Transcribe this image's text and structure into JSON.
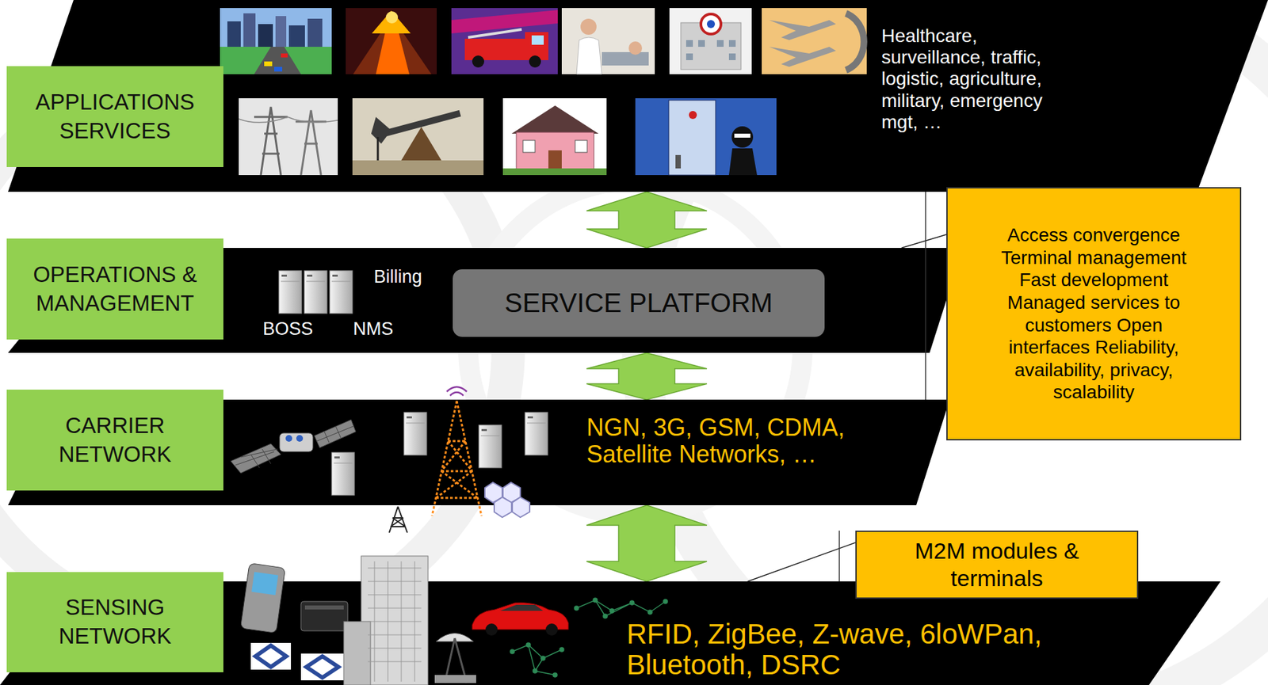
{
  "diagram": {
    "nodes": [
      {
        "text": [
          "Healthcare, surveillance, traffic, logistic, agriculture, military, emergency mgt, …"
        ]
      },
      {
        "text": [
          "APPLICATIONS SERVICES"
        ],
        "in": 0
      },
      {
        "text": [
          "Billing",
          "BOSS",
          "NMS"
        ]
      },
      {
        "text": [
          "OPERATIONS & MANAGEMENT"
        ],
        "in": 2
      },
      {
        "text": [
          "SERVICE PLATFORM"
        ],
        "in": 2
      },
      {
        "text": [
          "Access convergence Terminal management Fast development Managed services to customers Open interfaces Reliability, availability, privacy, scalability"
        ]
      },
      {
        "text": [
          "NGN, 3G, GSM, CDMA, Satellite Networks, …"
        ]
      },
      {
        "text": [
          "CARRIER NETWORK"
        ],
        "in": 6
      },
      {
        "text": [
          "RFID, ZigBee, Z-wave, 6loWPan, Bluetooth, DSRC"
        ]
      },
      {
        "text": [
          "SENSING NETWORK"
        ],
        "in": 8
      },
      {
        "text": [
          "M2M modules & terminals"
        ]
      }
    ],
    "edges": [
      {
        "from": 0,
        "to": 2,
        "arrow": "both"
      },
      {
        "from": 2,
        "to": 6,
        "arrow": "both"
      },
      {
        "from": 6,
        "to": 8,
        "arrow": "both"
      },
      {
        "from": 5,
        "to": 2,
        "arrow": "none"
      },
      {
        "from": 10,
        "to": 8,
        "arrow": "none"
      }
    ]
  }
}
